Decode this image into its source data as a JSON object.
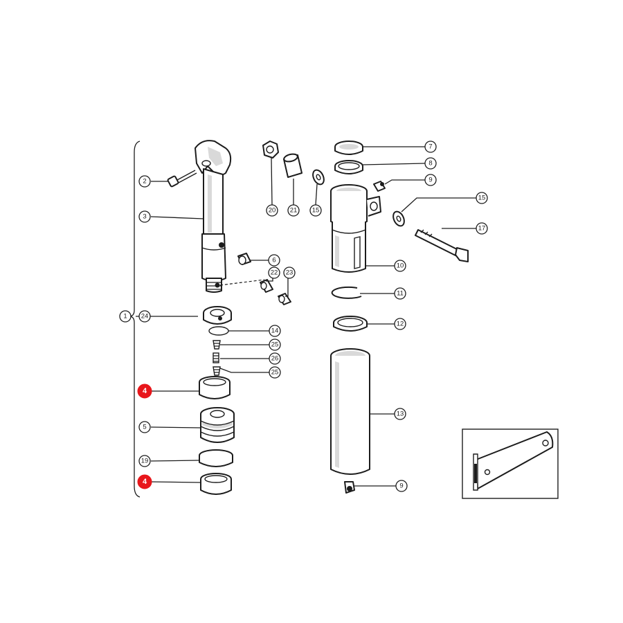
{
  "callouts": {
    "c1": "1",
    "c2": "2",
    "c3": "3",
    "c4a": "4",
    "c4b": "4",
    "c5": "5",
    "c6": "6",
    "c7": "7",
    "c8": "8",
    "c9a": "9",
    "c9b": "9",
    "c10": "10",
    "c11": "11",
    "c12": "12",
    "c13": "13",
    "c14": "14",
    "c15a": "15",
    "c15b": "15",
    "c17": "17",
    "c19": "19",
    "c20": "20",
    "c21": "21",
    "c22": "22",
    "c23": "23",
    "c24": "24",
    "c25a": "25",
    "c25b": "25",
    "c26": "26"
  },
  "colors": {
    "highlight": "#e8161b",
    "line": "#1c1c1c",
    "background": "#ffffff"
  }
}
